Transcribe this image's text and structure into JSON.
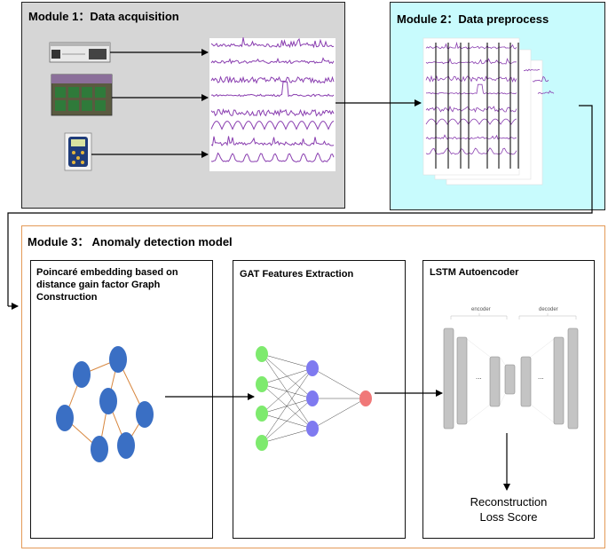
{
  "module1": {
    "title": "Module 1：Data acquisition"
  },
  "module2": {
    "title": "Module 2：Data preprocess"
  },
  "module3": {
    "title": "Module 3：  Anomaly detection model",
    "panel1": {
      "title": "Poincaré embedding based on distance gain factor Graph Construction"
    },
    "panel2": {
      "title": "GAT Features Extraction"
    },
    "panel3": {
      "title": "LSTM Autoencoder",
      "encoder": "encoder",
      "decoder": "decoder",
      "ellipsis": "...",
      "output_line1": "Reconstruction",
      "output_line2": "Loss Score"
    }
  },
  "colors": {
    "module1_bg": "#d6d6d6",
    "module2_bg": "#c8fbfd",
    "module3_border": "#e49a57",
    "signal": "#8a3fb0",
    "graph_node": "#3a6fc4",
    "graph_edge": "#d8873f",
    "gat_input": "#7eea6e",
    "gat_hidden": "#7f7af0",
    "gat_output": "#f07878",
    "lstm_block": "#c4c4c4"
  },
  "icons": [
    "server-rack-icon",
    "data-logger-icon",
    "handheld-sensor-icon"
  ]
}
